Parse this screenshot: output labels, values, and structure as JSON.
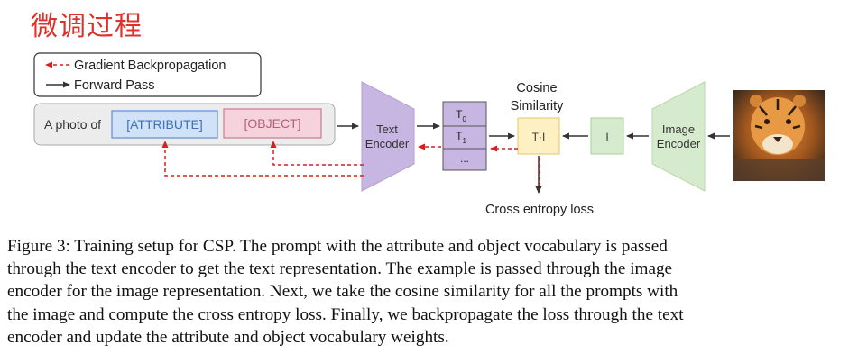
{
  "title": "微调过程",
  "legend": {
    "backprop": "Gradient Backpropagation",
    "forward": "Forward Pass"
  },
  "prompt": {
    "prefix": "A photo of",
    "attribute": "[ATTRIBUTE]",
    "object": "[OBJECT]"
  },
  "text_encoder": {
    "line1": "Text",
    "line2": "Encoder"
  },
  "text_reps": {
    "t0": "T",
    "t0_sub": "0",
    "t1": "T",
    "t1_sub": "1",
    "more": "..."
  },
  "cosine": {
    "line1": "Cosine",
    "line2": "Similarity",
    "box": "T·I"
  },
  "image_rep": "I",
  "image_encoder": {
    "line1": "Image",
    "line2": "Encoder"
  },
  "loss": "Cross entropy loss",
  "colors": {
    "title": "#e0302a",
    "backprop": "#d32020",
    "encoder_fill": "#c8b6e2",
    "attr_fill": "#cfe2f7",
    "attr_stroke": "#5b8fd6",
    "obj_fill": "#f6d2dc",
    "obj_stroke": "#c97a94",
    "cos_fill": "#fdf1c4",
    "img_fill": "#d6ebcd"
  },
  "caption": [
    "Figure 3: Training setup for CSP. The prompt with the attribute and object vocabulary is passed",
    "through the text encoder to get the text representation. The example is passed through the image",
    "encoder for the image representation. Next, we take the cosine similarity for all the prompts with",
    "the image and compute the cross entropy loss. Finally, we backpropagate the loss through the text",
    "encoder and update the attribute and object vocabulary weights."
  ]
}
